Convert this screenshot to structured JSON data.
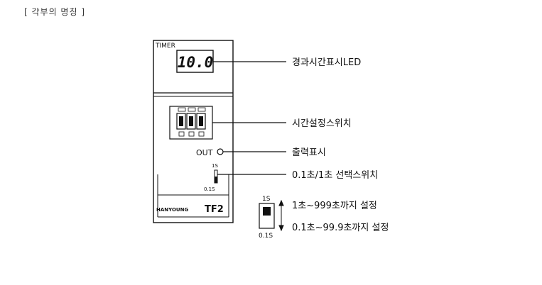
{
  "heading": "[ 각부의 명칭 ]",
  "device": {
    "panel_title": "TIMER",
    "display_value": "10.0",
    "out_label": "OUT",
    "switch_top": "1S",
    "switch_bottom": "0.1S",
    "brand": "HANYOUNG",
    "model": "TF2"
  },
  "callouts": {
    "led": "경과시간표시LED",
    "time_switch": "시간설정스위치",
    "output": "출력표시",
    "range_switch": "0.1초/1초 선택스위치"
  },
  "legend": {
    "top_label": "1S",
    "bottom_label": "0.1S",
    "top_desc": "1초~999초까지 설정",
    "bottom_desc": "0.1초~99.9초까지 설정"
  }
}
